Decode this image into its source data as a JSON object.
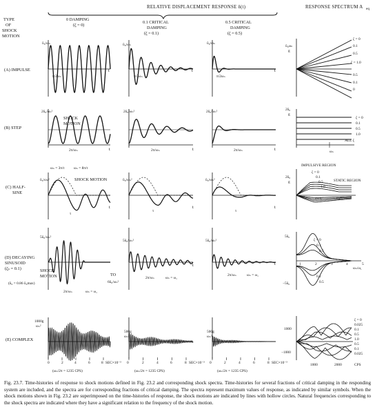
{
  "header": {
    "response_title": "RELATIVE DISPLACEMENT RESPONSE δ(t)",
    "spectrum_title": "RESPONSE SPECTRUM A",
    "spectrum_sub": "eq",
    "type_label": [
      "TYPE",
      "OF",
      "SHOCK",
      "MOTION"
    ]
  },
  "columns": [
    {
      "label": [
        "0 DAMPING",
        "(ζ = 0)"
      ],
      "zeta": 0
    },
    {
      "label": [
        "0.1 CRITICAL",
        "DAMPING",
        "(ζ = 0.1)"
      ],
      "zeta": 0.1
    },
    {
      "label": [
        "0.5 CRITICAL",
        "DAMPING",
        "(ζ = 0.5)"
      ],
      "zeta": 0.5
    }
  ],
  "rows": [
    {
      "key": "impulse",
      "label": [
        "(A) IMPULSE"
      ],
      "y_label": "ũ₀/ωₙ",
      "x_label": "π/2ωₙ",
      "x_end": "t"
    },
    {
      "key": "step",
      "label": [
        "(B) STEP"
      ],
      "y_label": "2ũ₀/ωₙ²",
      "x_label": "2π/ωₙ",
      "x_end": "t",
      "note": [
        "SHOCK",
        "MOTION"
      ]
    },
    {
      "key": "halfsine",
      "label": [
        "(C) HALF-",
        "SINE"
      ],
      "y_label": "ũ₀/ωₙ²",
      "x_label": "τ",
      "x_end": "t",
      "note": [
        "SHOCK MOTION"
      ],
      "freq_a": "ωₙ = 3π/τ",
      "freq_b": "ωₙ = 8π/τ"
    },
    {
      "key": "decaying",
      "label": [
        "(D) DECAYING",
        "SINUSOID",
        "(ζₛ = 0.1)"
      ],
      "y_label": "5ũ₀/ωₙ²",
      "x_label": "2π/ωₙ",
      "x_end": "t",
      "note": [
        "SHOCK",
        "MOTION"
      ],
      "freq": "ωₙ = ω₁",
      "extra": "(ũ₀ = 0.86 ũ₀max)",
      "to_label": "TO",
      "to_value": "6ũ₀/ωₙ²"
    },
    {
      "key": "complex",
      "label": [
        "(E) COMPLEX"
      ],
      "y_label_a": "1000g",
      "y_label_b": "500g",
      "y_denominator": "ωₙ²",
      "ticks": [
        "0",
        "2",
        "4",
        "6",
        "8"
      ],
      "x_end": "SEC×10⁻³",
      "freq": "(ωₙ/2π = 1235 CPS)"
    }
  ],
  "spectra": {
    "impulse": {
      "ylabel": "ũ₀ωₙ",
      "ylabel_den": "g",
      "labels": [
        "ζ = 0",
        "0.1",
        "0.5",
        "ζ = 1.0",
        "0.5",
        "0.1",
        "0"
      ]
    },
    "step": {
      "ylabel": "2ũ₀",
      "ylabel_den": "g",
      "labels": [
        "ζ = 0",
        "0.1",
        "0.5",
        "1.0",
        "ALL ζ"
      ],
      "x_label": "ωₙ"
    },
    "halfsine": {
      "labels": [
        "ζ = 0",
        "0.1",
        "0.5",
        "1.0"
      ],
      "region_a": "IMPULSIVE REGION",
      "region_b": "STATIC REGION",
      "x_ticks": [
        "4π/τ",
        "8π/τ"
      ],
      "ylabel": "2ũ₀",
      "ylabel_den": "g"
    },
    "decaying": {
      "labels": [
        "ζ = 0",
        "0.1",
        "0.5",
        "0.1",
        "0.5"
      ],
      "ticks": [
        "1",
        "2",
        "3",
        "4",
        "5"
      ],
      "ylabel_top": "5ũ₀",
      "ylabel_bottom": "−5ũ₀",
      "x_label": "ωₙ/ω₁"
    },
    "complex": {
      "labels": [
        "ζ = 0",
        "0.025",
        "0.1",
        "0.5",
        "1.0",
        "0.5",
        "0.1",
        "0.025"
      ],
      "y_ticks": [
        "1000",
        "−1000"
      ],
      "x_ticks": [
        "1000",
        "2000"
      ],
      "x_unit": "CPS"
    }
  },
  "caption": "Fig. 23.7. Time-histories of response to shock motions defined in Fig. 23.2 and corresponding shock spectra. Time-histories for several fractions of critical damping in the responding system are included, and the spectra are for corresponding fractions of critical damping. The spectra represent maximum values of response, as indicated by similar symbols. When the shock motions shown in Fig. 23.2 are superimposed on the time-histories of response, the shock motions are indicated by lines with hollow circles. Natural frequencies corresponding to the shock spectra are indicated where they have a significant relation to the frequency of the shock motion."
}
